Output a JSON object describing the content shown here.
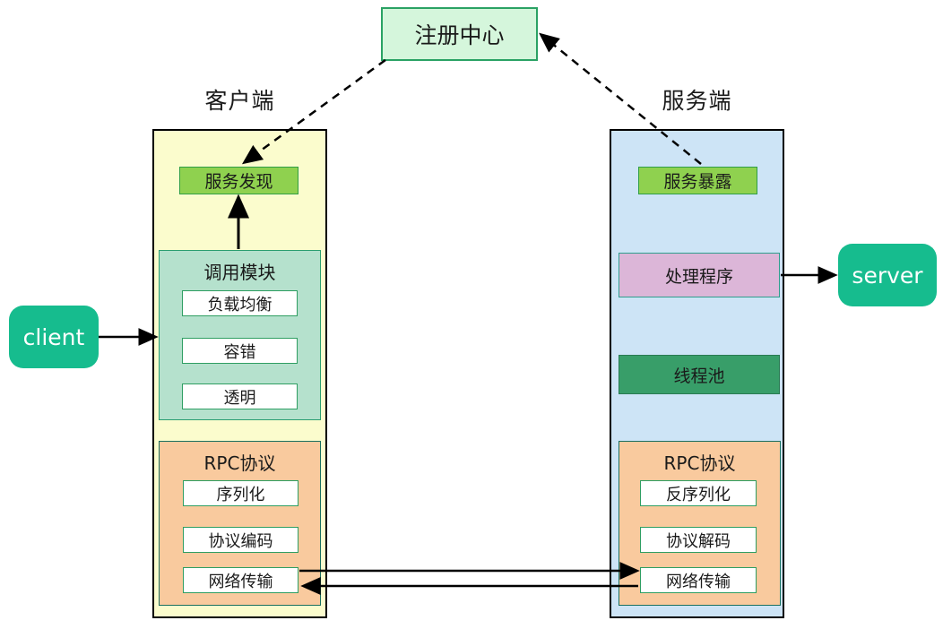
{
  "registry": {
    "label": "注册中心"
  },
  "client_side": {
    "title": "客户端",
    "service_discovery": "服务发现",
    "invoke_module": {
      "title": "调用模块",
      "items": [
        "负载均衡",
        "容错",
        "透明"
      ]
    },
    "rpc_protocol": {
      "title": "RPC协议",
      "items": [
        "序列化",
        "协议编码",
        "网络传输"
      ]
    }
  },
  "server_side": {
    "title": "服务端",
    "service_expose": "服务暴露",
    "handler": "处理程序",
    "thread_pool": "线程池",
    "rpc_protocol": {
      "title": "RPC协议",
      "items": [
        "反序列化",
        "协议解码",
        "网络传输"
      ]
    }
  },
  "external_nodes": {
    "client": "client",
    "server": "server"
  },
  "colors": {
    "registry_bg": "#d5f6dc",
    "registry_border": "#2aa264",
    "client_col_bg": "#fbfccd",
    "server_col_bg": "#cde4f6",
    "green_bar_bg": "#8fd14f",
    "green_bar_border": "#2f9e46",
    "invoke_bg": "#b5e1cd",
    "teal_border": "#2a9e70",
    "whitebox_border": "#2e9e62",
    "rpc_bg": "#f9ca9e",
    "rpc_border": "#1a6f5f",
    "handler_bg": "#dcb6d8",
    "handler_border": "#2f9e8e",
    "threadpool_bg": "#389e69",
    "threadpool_border": "#2a7a52",
    "node_bg": "#16bc8e",
    "arrow": "#000000"
  }
}
